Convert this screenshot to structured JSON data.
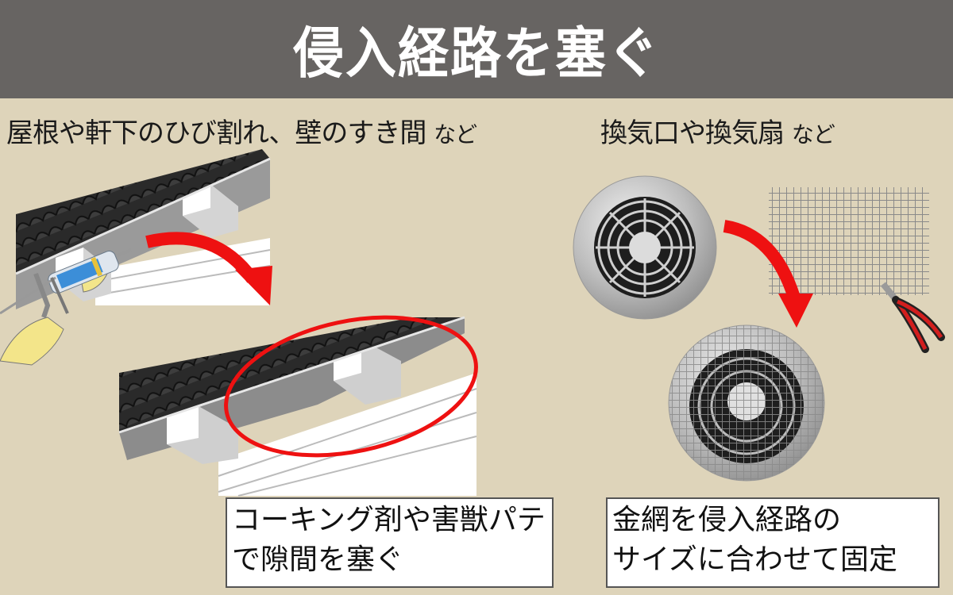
{
  "title": "侵入経路を塞ぐ",
  "left_section": {
    "heading": "屋根や軒下のひび割れ、壁のすき間",
    "heading_suffix": "など",
    "caption_line1": "コーキング剤や害獣パテ",
    "caption_line2": "で隙間を塞ぐ"
  },
  "right_section": {
    "heading": "換気口や換気扇",
    "heading_suffix": "など",
    "caption_line1": "金網を侵入経路の",
    "caption_line2": "サイズに合わせて固定"
  },
  "colors": {
    "header_bg": "#676462",
    "page_bg": "#ded4ba",
    "arrow_red": "#ee1111"
  }
}
